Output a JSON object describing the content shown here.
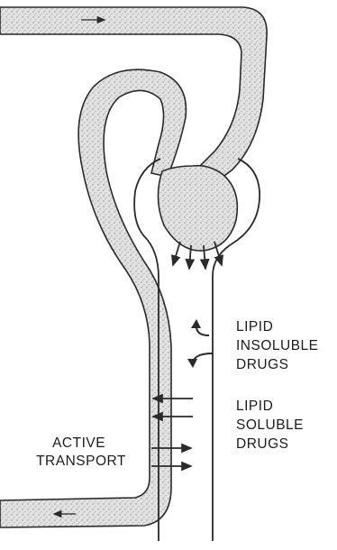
{
  "labels": {
    "lipid_insoluble": [
      "LIPID",
      "INSOLUBLE",
      "DRUGS"
    ],
    "lipid_soluble": [
      "LIPID",
      "SOLUBLE",
      "DRUGS"
    ],
    "active_transport": [
      "ACTIVE",
      "TRANSPORT"
    ]
  },
  "colors": {
    "stroke": "#2a2a2a",
    "stipple_fill": "#d9d9d9",
    "background": "#ffffff"
  }
}
